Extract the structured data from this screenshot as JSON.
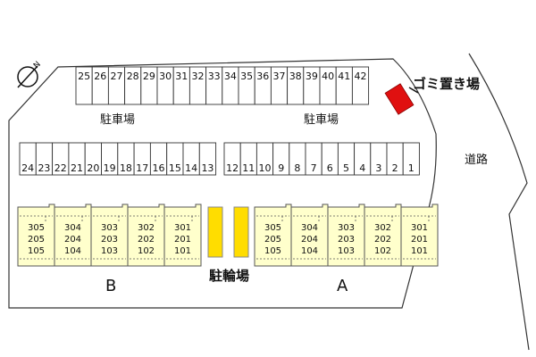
{
  "labels": {
    "parking_left": "駐車場",
    "parking_right": "駐車場",
    "garbage": "ゴミ置き場",
    "road": "道路",
    "bicycle": "駐輪場",
    "building_b": "B",
    "building_a": "A",
    "compass_letter": "N"
  },
  "parking": {
    "top_row": [
      "25",
      "26",
      "27",
      "28",
      "29",
      "30",
      "31",
      "32",
      "33",
      "34",
      "35",
      "36",
      "37",
      "38",
      "39",
      "40",
      "41",
      "42"
    ],
    "middle_left": [
      "24",
      "23",
      "22",
      "21",
      "20",
      "19",
      "18",
      "17",
      "16",
      "15",
      "14",
      "13"
    ],
    "middle_right": [
      "12",
      "11",
      "10",
      "9",
      "8",
      "7",
      "6",
      "5",
      "4",
      "3",
      "2",
      "1"
    ]
  },
  "buildings": {
    "B": [
      [
        "305",
        "205",
        "105"
      ],
      [
        "304",
        "204",
        "104"
      ],
      [
        "303",
        "203",
        "103"
      ],
      [
        "302",
        "202",
        "102"
      ],
      [
        "301",
        "201",
        "101"
      ]
    ],
    "A": [
      [
        "305",
        "205",
        "105"
      ],
      [
        "304",
        "204",
        "104"
      ],
      [
        "303",
        "203",
        "103"
      ],
      [
        "302",
        "202",
        "102"
      ],
      [
        "301",
        "201",
        "101"
      ]
    ]
  },
  "colors": {
    "building_fill": "#ffffcc",
    "bicycle_fill": "#ffdd00",
    "garbage_fill": "#e01010",
    "line": "#333333"
  }
}
